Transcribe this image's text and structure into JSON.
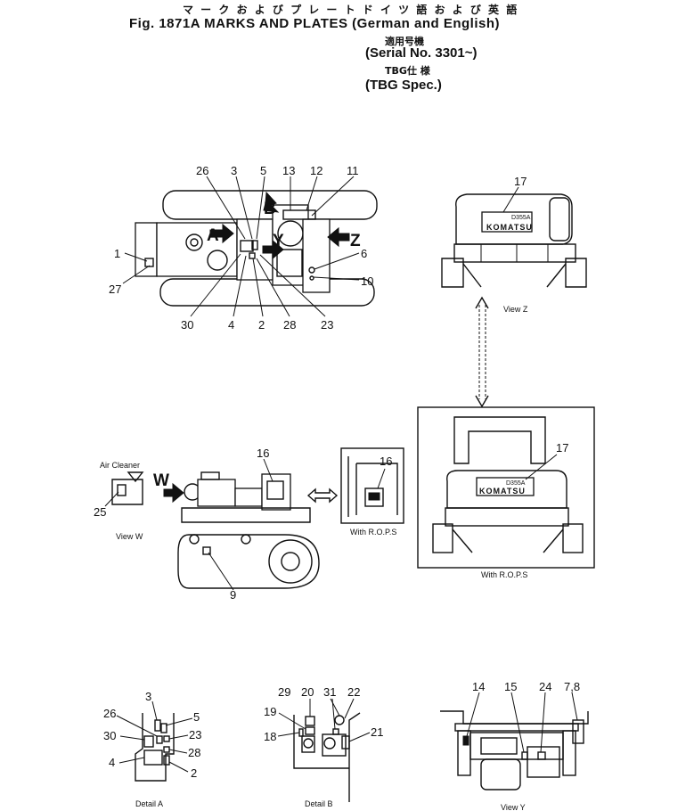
{
  "header": {
    "jp_title": "マ ー ク お よ び プ レ ー ト  ド イ ツ 語 お よ び 英  語",
    "title": "Fig. 1871A MARKS AND PLATES (German and English)",
    "serial_jp": "適用号機",
    "serial": "(Serial No. 3301~)",
    "tbg_jp": "TBG仕 様",
    "tbg": "(TBG Spec.)"
  },
  "top_view": {
    "callouts": [
      "26",
      "3",
      "5",
      "13",
      "12",
      "11",
      "1",
      "27",
      "6",
      "10",
      "30",
      "4",
      "2",
      "28",
      "23"
    ],
    "arrows": [
      "A",
      "B",
      "Y",
      "Z"
    ]
  },
  "view_z": {
    "caption": "View Z",
    "callout": "17",
    "plate_text": "D355A",
    "brand": "KOMATSU"
  },
  "view_z_rops": {
    "caption": "With R.O.P.S",
    "callout": "17",
    "plate_text": "D355A",
    "brand": "KOMATSU"
  },
  "side_view": {
    "callouts": [
      "16",
      "9"
    ],
    "arrow": "W"
  },
  "view_w": {
    "caption": "View W",
    "label": "Air Cleaner",
    "callout": "25"
  },
  "rops_detail": {
    "caption": "With R.O.P.S",
    "callout": "16"
  },
  "detail_a": {
    "caption": "Detail A",
    "callouts": [
      "3",
      "26",
      "5",
      "30",
      "23",
      "28",
      "4",
      "2"
    ]
  },
  "detail_b": {
    "caption": "Detail B",
    "callouts": [
      "29",
      "20",
      "31",
      "22",
      "19",
      "18",
      "21"
    ]
  },
  "view_y": {
    "caption": "View Y",
    "callouts": [
      "14",
      "15",
      "24",
      "7,8"
    ]
  }
}
